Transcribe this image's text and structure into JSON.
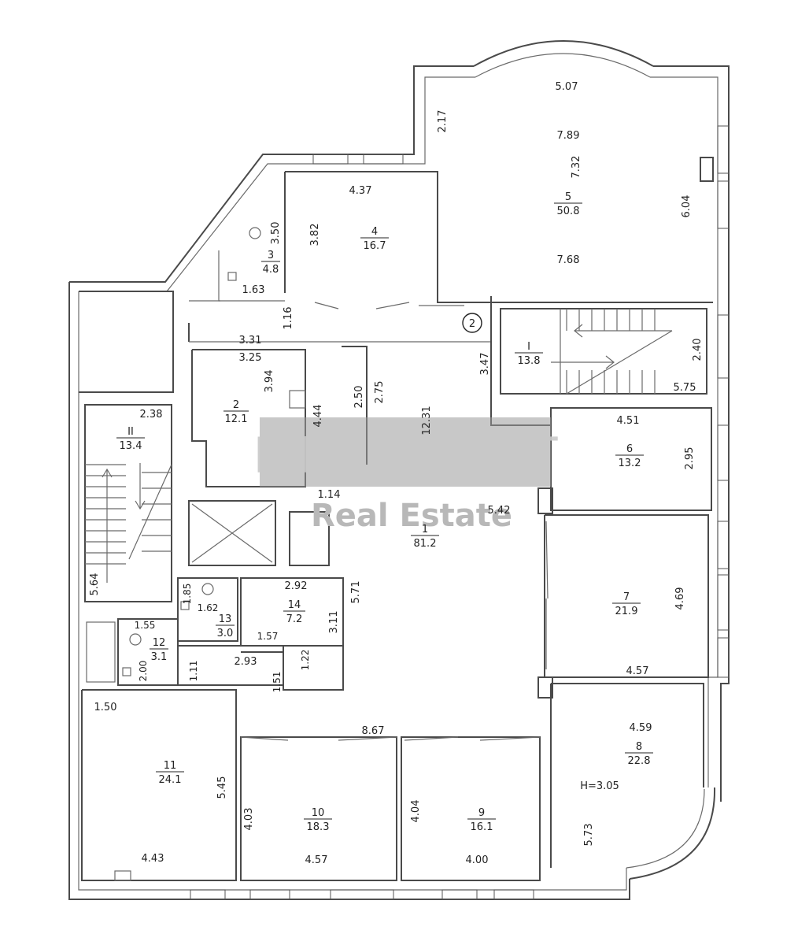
{
  "watermark": {
    "brand": "P R I M E S T",
    "sub": "Real Estate"
  },
  "rooms": [
    {
      "id": "1",
      "area": "81.2"
    },
    {
      "id": "2",
      "area": "12.1"
    },
    {
      "id": "3",
      "area": "4.8"
    },
    {
      "id": "4",
      "area": "16.7"
    },
    {
      "id": "5",
      "area": "50.8"
    },
    {
      "id": "6",
      "area": "13.2"
    },
    {
      "id": "7",
      "area": "21.9"
    },
    {
      "id": "8",
      "area": "22.8"
    },
    {
      "id": "9",
      "area": "16.1"
    },
    {
      "id": "10",
      "area": "18.3"
    },
    {
      "id": "11",
      "area": "24.1"
    },
    {
      "id": "12",
      "area": "3.1"
    },
    {
      "id": "13",
      "area": "3.0"
    },
    {
      "id": "14",
      "area": "7.2"
    },
    {
      "id": "I",
      "area": "13.8"
    },
    {
      "id": "II",
      "area": "13.4"
    }
  ],
  "entrance_marker": "2",
  "height_note": "H=3.05",
  "dimensions": [
    "5.07",
    "2.17",
    "7.89",
    "7.32",
    "6.04",
    "7.68",
    "4.37",
    "3.82",
    "3.50",
    "1.63",
    "1.16",
    "3.31",
    "3.25",
    "3.94",
    "4.44",
    "2.50",
    "2.75",
    "12.31",
    "3.47",
    "2.40",
    "5.75",
    "4.51",
    "2.95",
    "2.38",
    "5.42",
    "1.14",
    "5.71",
    "4.69",
    "4.57",
    "5.64",
    "1.85",
    "1.62",
    "2.92",
    "3.11",
    "1.55",
    "1.57",
    "2.00",
    "1.11",
    "2.93",
    "1.22",
    "1.51",
    "1.50",
    "4.59",
    "8.67",
    "5.45",
    "4.03",
    "4.04",
    "5.73",
    "4.43",
    "4.57",
    "4.00"
  ]
}
